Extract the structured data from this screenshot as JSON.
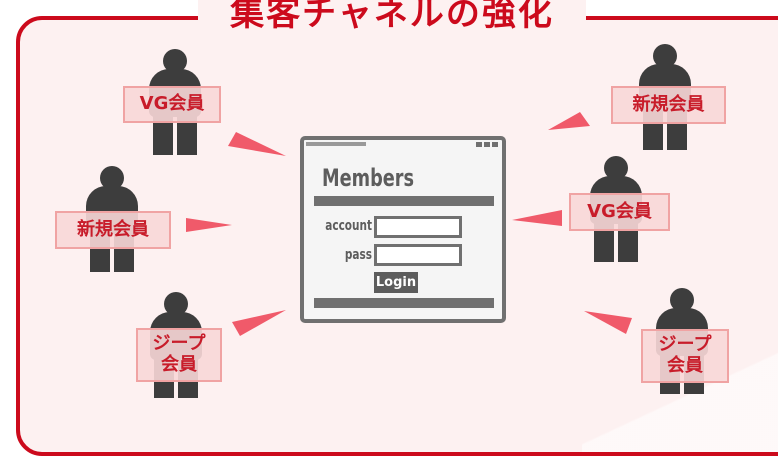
{
  "title": "集客チャネルの強化",
  "window": {
    "heading": "Members",
    "account_label": "account",
    "pass_label": "pass",
    "login_button": "Login"
  },
  "tags": {
    "left_top": "VG会員",
    "left_middle": "新規会員",
    "left_bottom_line1": "ジープ",
    "left_bottom_line2": "会員",
    "right_top": "新規会員",
    "right_middle": "VG会員",
    "right_bottom_line1": "ジープ",
    "right_bottom_line2": "会員"
  },
  "colors": {
    "frame": "#cc0a1c",
    "arrow": "#f05a6a",
    "person": "#3d3d3d",
    "window": "#707070"
  }
}
